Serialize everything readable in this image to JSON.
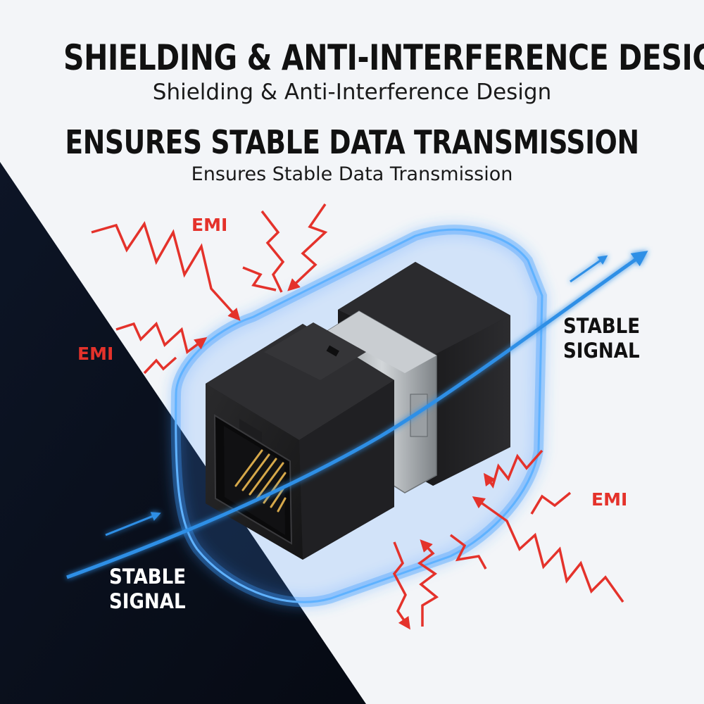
{
  "headline": {
    "line1": "SHIELDING & ANTI-INTERFERENCE DESIGN",
    "line1_sub": "Shielding & Anti-Interference Design",
    "line2": "ENSURES STABLE DATA TRANSMISSION",
    "line2_sub": "Ensures Stable Data Transmission"
  },
  "labels": {
    "emi_top": "EMI",
    "emi_left": "EMI",
    "emi_right": "EMI",
    "signal_right_line1": "STABLE",
    "signal_right_line2": "SIGNAL",
    "signal_left_line1": "STABLE",
    "signal_left_line2": "SIGNAL"
  },
  "colors": {
    "emi_red": "#e4322b",
    "signal_blue": "#2f8fe6",
    "shield_glow": "#3d9cff",
    "dark_panel": "#0b1220",
    "light_panel": "#f3f5f8"
  },
  "icons": {
    "product": "rj45-keystone-coupler-icon",
    "interference": "emi-zigzag-arrow-icon",
    "signal": "signal-arrow-icon"
  }
}
